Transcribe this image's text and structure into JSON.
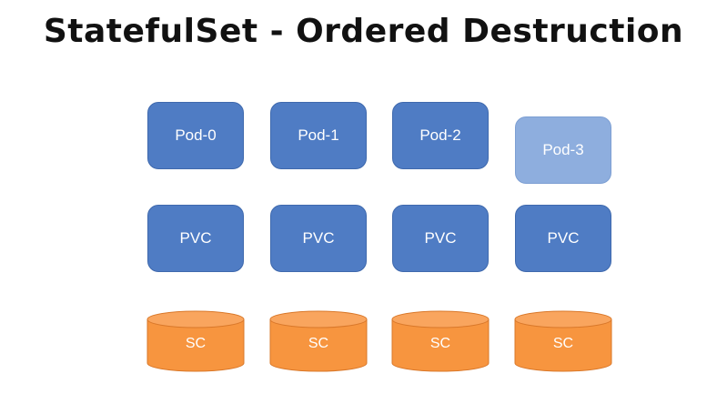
{
  "title": "StatefulSet - Ordered Destruction",
  "pods": [
    {
      "label": "Pod-0",
      "state": "active"
    },
    {
      "label": "Pod-1",
      "state": "active"
    },
    {
      "label": "Pod-2",
      "state": "active"
    },
    {
      "label": "Pod-3",
      "state": "terminating"
    }
  ],
  "pvcs": [
    {
      "label": "PVC"
    },
    {
      "label": "PVC"
    },
    {
      "label": "PVC"
    },
    {
      "label": "PVC"
    }
  ],
  "storage_classes": [
    {
      "label": "SC"
    },
    {
      "label": "SC"
    },
    {
      "label": "SC"
    },
    {
      "label": "SC"
    }
  ],
  "colors": {
    "pod": "#4f7cc4",
    "pod_terminating": "#8eaede",
    "pvc": "#4f7cc4",
    "sc_fill": "#f7953f",
    "sc_top": "#f9a55e",
    "sc_stroke": "#d9782a"
  }
}
